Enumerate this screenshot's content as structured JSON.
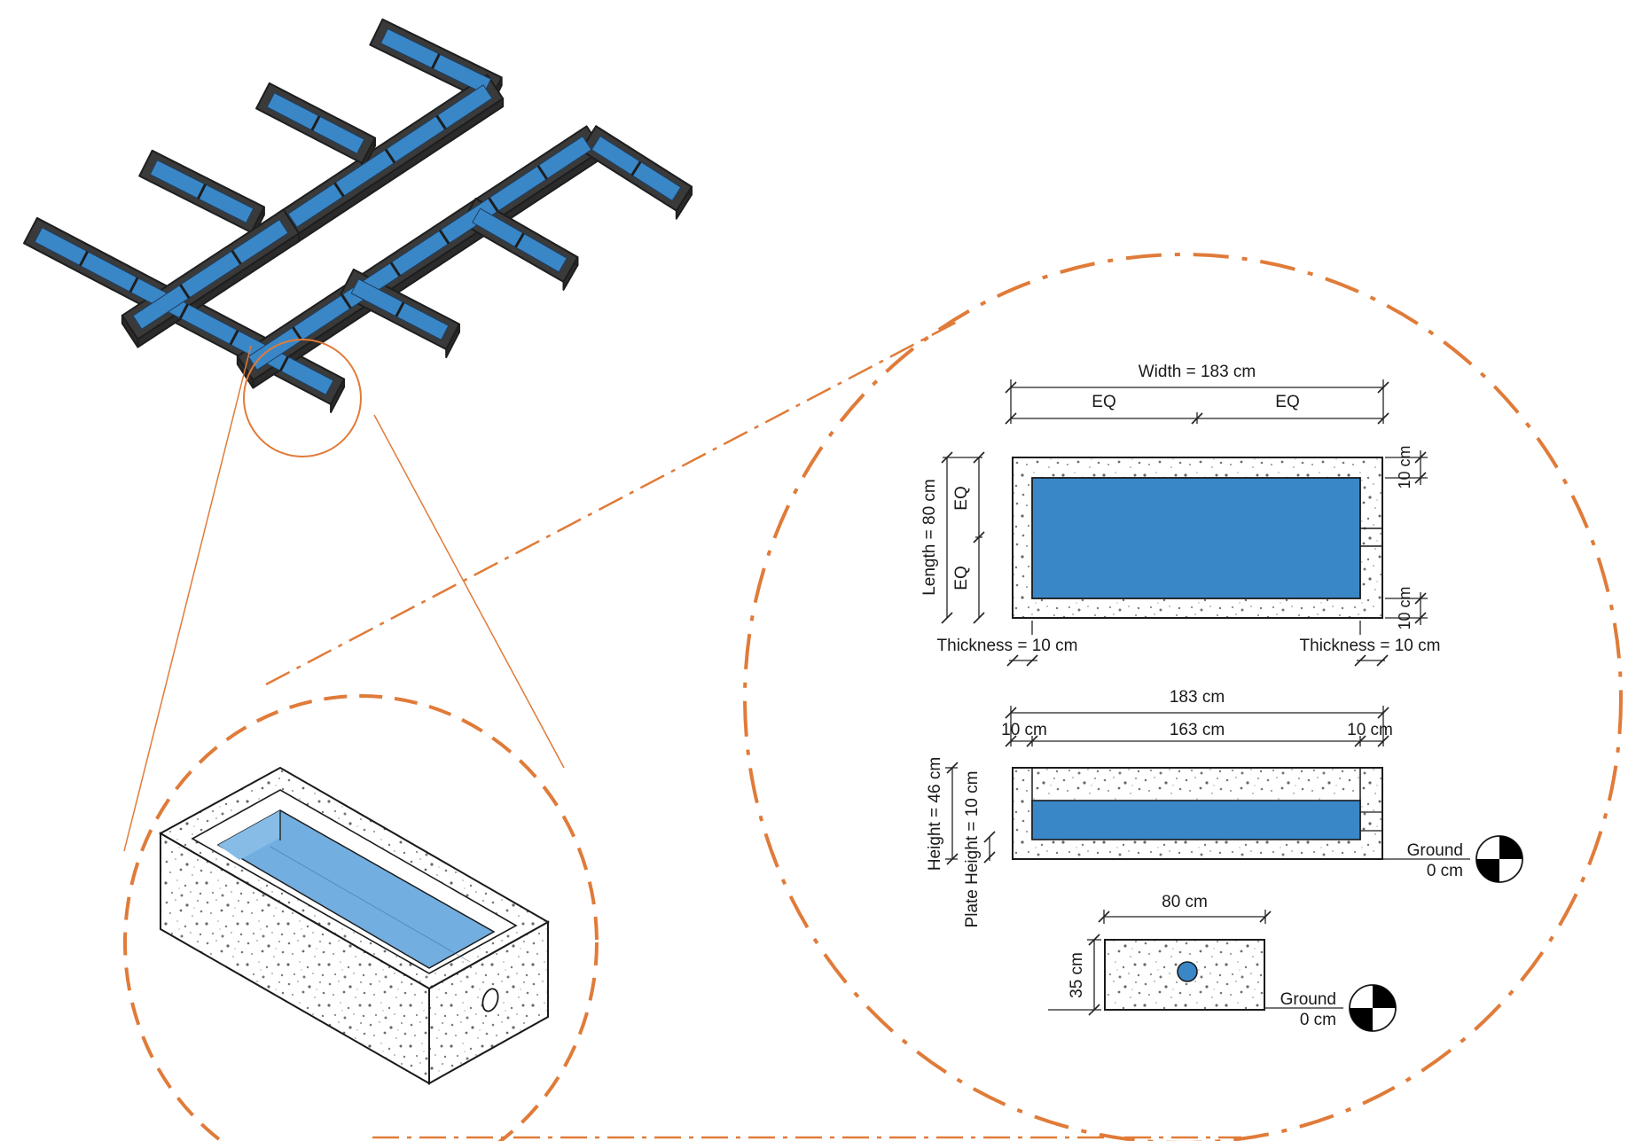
{
  "colors": {
    "accent_orange": "#e07b39",
    "water_blue": "#3a87c8",
    "water_light_blue": "#6aaadd",
    "trough_dark": "#3a3a3a",
    "concrete_speckle": "#8a8a8a"
  },
  "plan_view": {
    "width_label": "Width = 183 cm",
    "eq_left": "EQ",
    "eq_right": "EQ",
    "length_label": "Length = 80 cm",
    "eq_top": "EQ",
    "eq_bottom": "EQ",
    "right_top_offset": "10 cm",
    "right_bottom_offset": "10 cm",
    "thickness_left": "Thickness = 10 cm",
    "thickness_right": "Thickness = 10 cm"
  },
  "section_view": {
    "overall": "183 cm",
    "left_wall": "10 cm",
    "inner": "163 cm",
    "right_wall": "10 cm",
    "height_label": "Height = 46 cm",
    "plate_height_label": "Plate Height = 10 cm",
    "ground_label": "Ground",
    "ground_value": "0 cm"
  },
  "end_view": {
    "width_label": "80 cm",
    "height_label": "35 cm",
    "ground_label": "Ground",
    "ground_value": "0 cm"
  }
}
